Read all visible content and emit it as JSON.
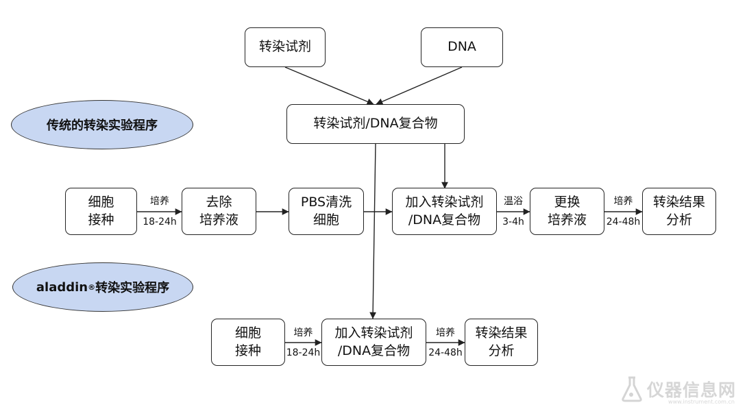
{
  "sections": {
    "traditional": "传统的转染实验程序",
    "aladdin_name": "aladdin",
    "aladdin_mark": "®",
    "aladdin_rest": "转染实验程序"
  },
  "top": {
    "reagent": "转染试剂",
    "dna": "DNA",
    "complex": "转染试剂/DNA复合物"
  },
  "traditional_flow": {
    "seed": "细胞\n接种",
    "remove_medium": "去除\n培养液",
    "pbs_wash": "PBS清洗\n细胞",
    "add_complex": "加入转染试剂\n/DNA复合物",
    "replace_medium": "更换\n培养液",
    "result": "转染结果\n分析",
    "edge1_top": "培养",
    "edge1_bottom": "18-24h",
    "edge2_top": "温浴",
    "edge2_bottom": "3-4h",
    "edge3_top": "培养",
    "edge3_bottom": "24-48h"
  },
  "aladdin_flow": {
    "seed": "细胞\n接种",
    "add_complex": "加入转染试剂\n/DNA复合物",
    "result": "转染结果\n分析",
    "edge1_top": "培养",
    "edge1_bottom": "18-24h",
    "edge2_top": "培养",
    "edge2_bottom": "24-48h"
  },
  "watermark": {
    "text": "仪器信息网",
    "sub": "www.instrument.com.cn"
  },
  "colors": {
    "ellipse_fill": "#c8d7f2",
    "stroke": "#222222"
  }
}
